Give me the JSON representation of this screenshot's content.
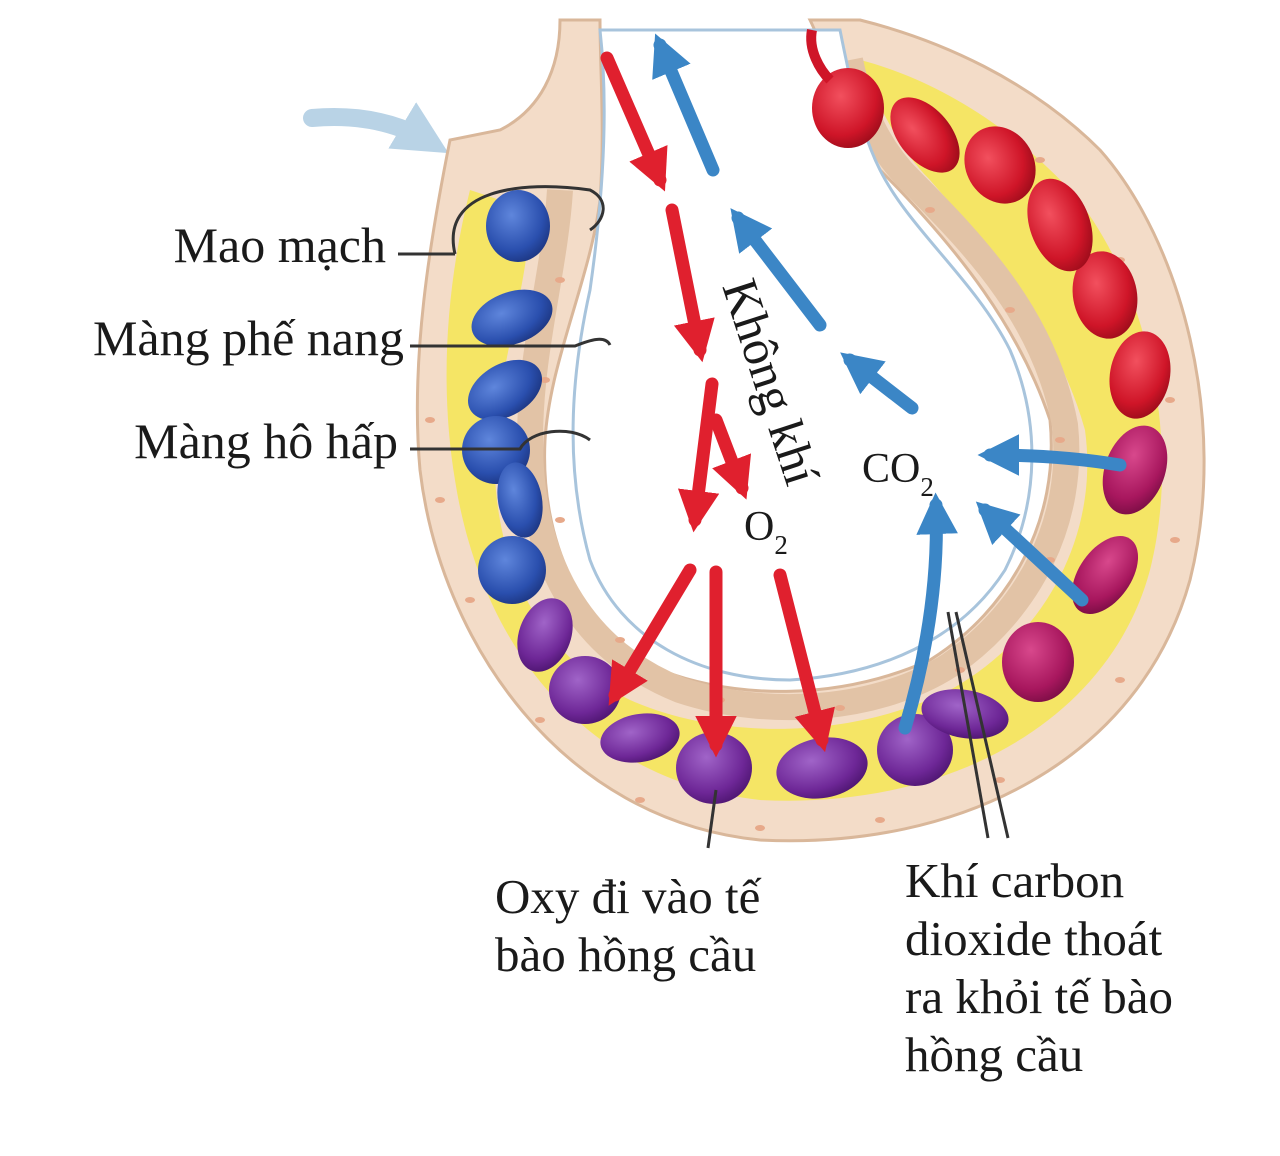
{
  "labels": {
    "capillary": "Mao mạch",
    "alveolar_membrane": "Màng phế nang",
    "respiratory_membrane": "Màng hô hấp",
    "air": "Không khí",
    "o2_main": "O",
    "o2_sub": "2",
    "co2_main": "CO",
    "co2_sub": "2",
    "oxygen_caption": [
      "Oxy đi vào tế",
      "bào hồng cầu"
    ],
    "co2_caption": [
      "Khí carbon",
      "dioxide thoát",
      "ra khỏi tế bào",
      "hồng cầu"
    ]
  },
  "colors": {
    "oxygen_arrow": "#e0202e",
    "co2_arrow": "#3b86c6",
    "blood_plasma": "#f5e65a",
    "deoxygenated_cell": "#2f57b8",
    "transition_cell": "#7a2ea0",
    "oxygenated_cell": "#d21a32",
    "tissue": "#f3dcc8"
  },
  "icons": [
    "inflow-arrow-icon"
  ]
}
